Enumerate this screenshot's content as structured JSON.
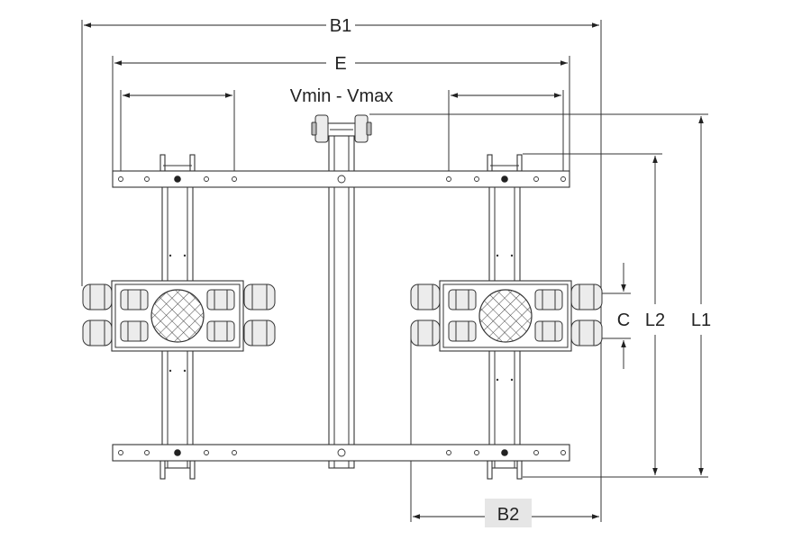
{
  "drawing": {
    "dimensions": {
      "b1": "B1",
      "e": "E",
      "v_range": "Vmin - Vmax",
      "c": "C",
      "l2": "L2",
      "l1": "L1",
      "b2": "B2"
    },
    "colors": {
      "line": "#333333",
      "label_box": "#e6e6e6",
      "roller_fill": "#ececec"
    }
  }
}
